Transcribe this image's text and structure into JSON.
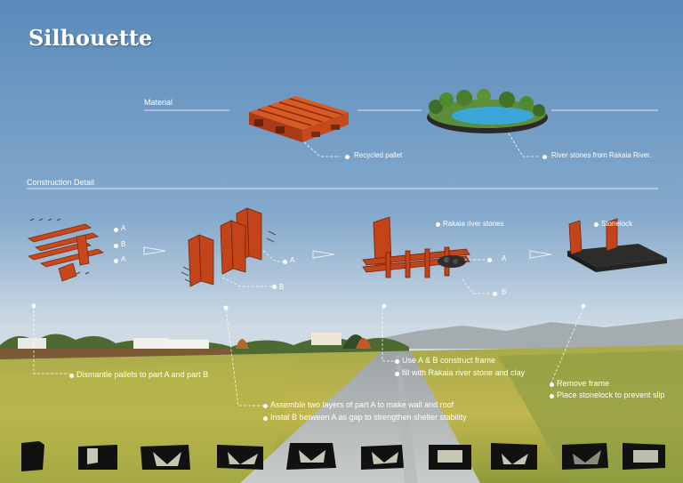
{
  "title": "Silhouette",
  "sections": {
    "material": "Material",
    "construction": "Construction Detail"
  },
  "materials": {
    "pallet": "Recycled pallet",
    "stones": "River stones from Rakaia River."
  },
  "labels": {
    "a": "A",
    "b": "B",
    "rakaia": "Rakaia river stones",
    "stonelock": "Stonelock"
  },
  "steps": {
    "s1": "Dismantle pallets to part A and part B",
    "s2a": "Assemble two layers of part A to make wall and roof",
    "s2b": "Instal B between A as gap to strengthen shelter stability",
    "s3a": "Use A & B construct frame",
    "s3b": "fill with Rakaia river stone and clay",
    "s4a": "Remove frame",
    "s4b": "Place stonelock to prevent slip"
  },
  "silhouettes": [
    "silhouette-1",
    "silhouette-2",
    "silhouette-3",
    "silhouette-4",
    "silhouette-5",
    "silhouette-6",
    "silhouette-7",
    "silhouette-8",
    "silhouette-9",
    "silhouette-10"
  ],
  "colors": {
    "sky_top": "#5f8fbe",
    "sky_bottom": "#c9d9e6",
    "field": "#b7b24a",
    "timber": "#c2461c",
    "water": "#3aa7d8"
  }
}
